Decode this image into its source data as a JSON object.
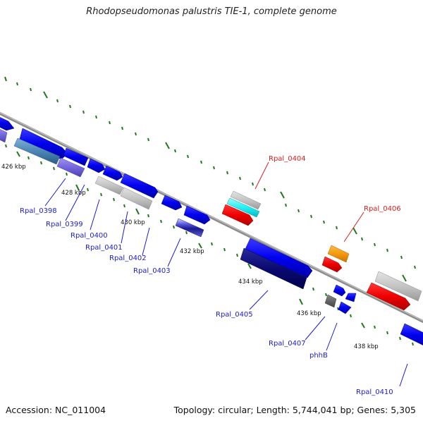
{
  "title": "Rhodopseudomonas palustris TIE-1, complete genome",
  "footer": {
    "accession": "Accession: NC_011004",
    "summary": "Topology: circular; Length: 5,744,041 bp; Genes: 5,305"
  },
  "colors": {
    "backbone": "#8c8c8c",
    "tick": "#1f7a1f",
    "gene_label": "#1d1dcc",
    "highlight_label": "#d42020"
  },
  "kbp_labels": [
    "426 kbp",
    "428 kbp",
    "430 kbp",
    "432 kbp",
    "434 kbp",
    "436 kbp",
    "438 kbp"
  ],
  "gene_labels": [
    "Rpal_0398",
    "Rpal_0399",
    "Rpal_0400",
    "Rpal_0401",
    "Rpal_0402",
    "Rpal_0403",
    "Rpal_0405",
    "Rpal_0407",
    "phhB",
    "Rpal_0410"
  ],
  "highlight_labels": [
    "Rpal_0404",
    "Rpal_0406"
  ]
}
